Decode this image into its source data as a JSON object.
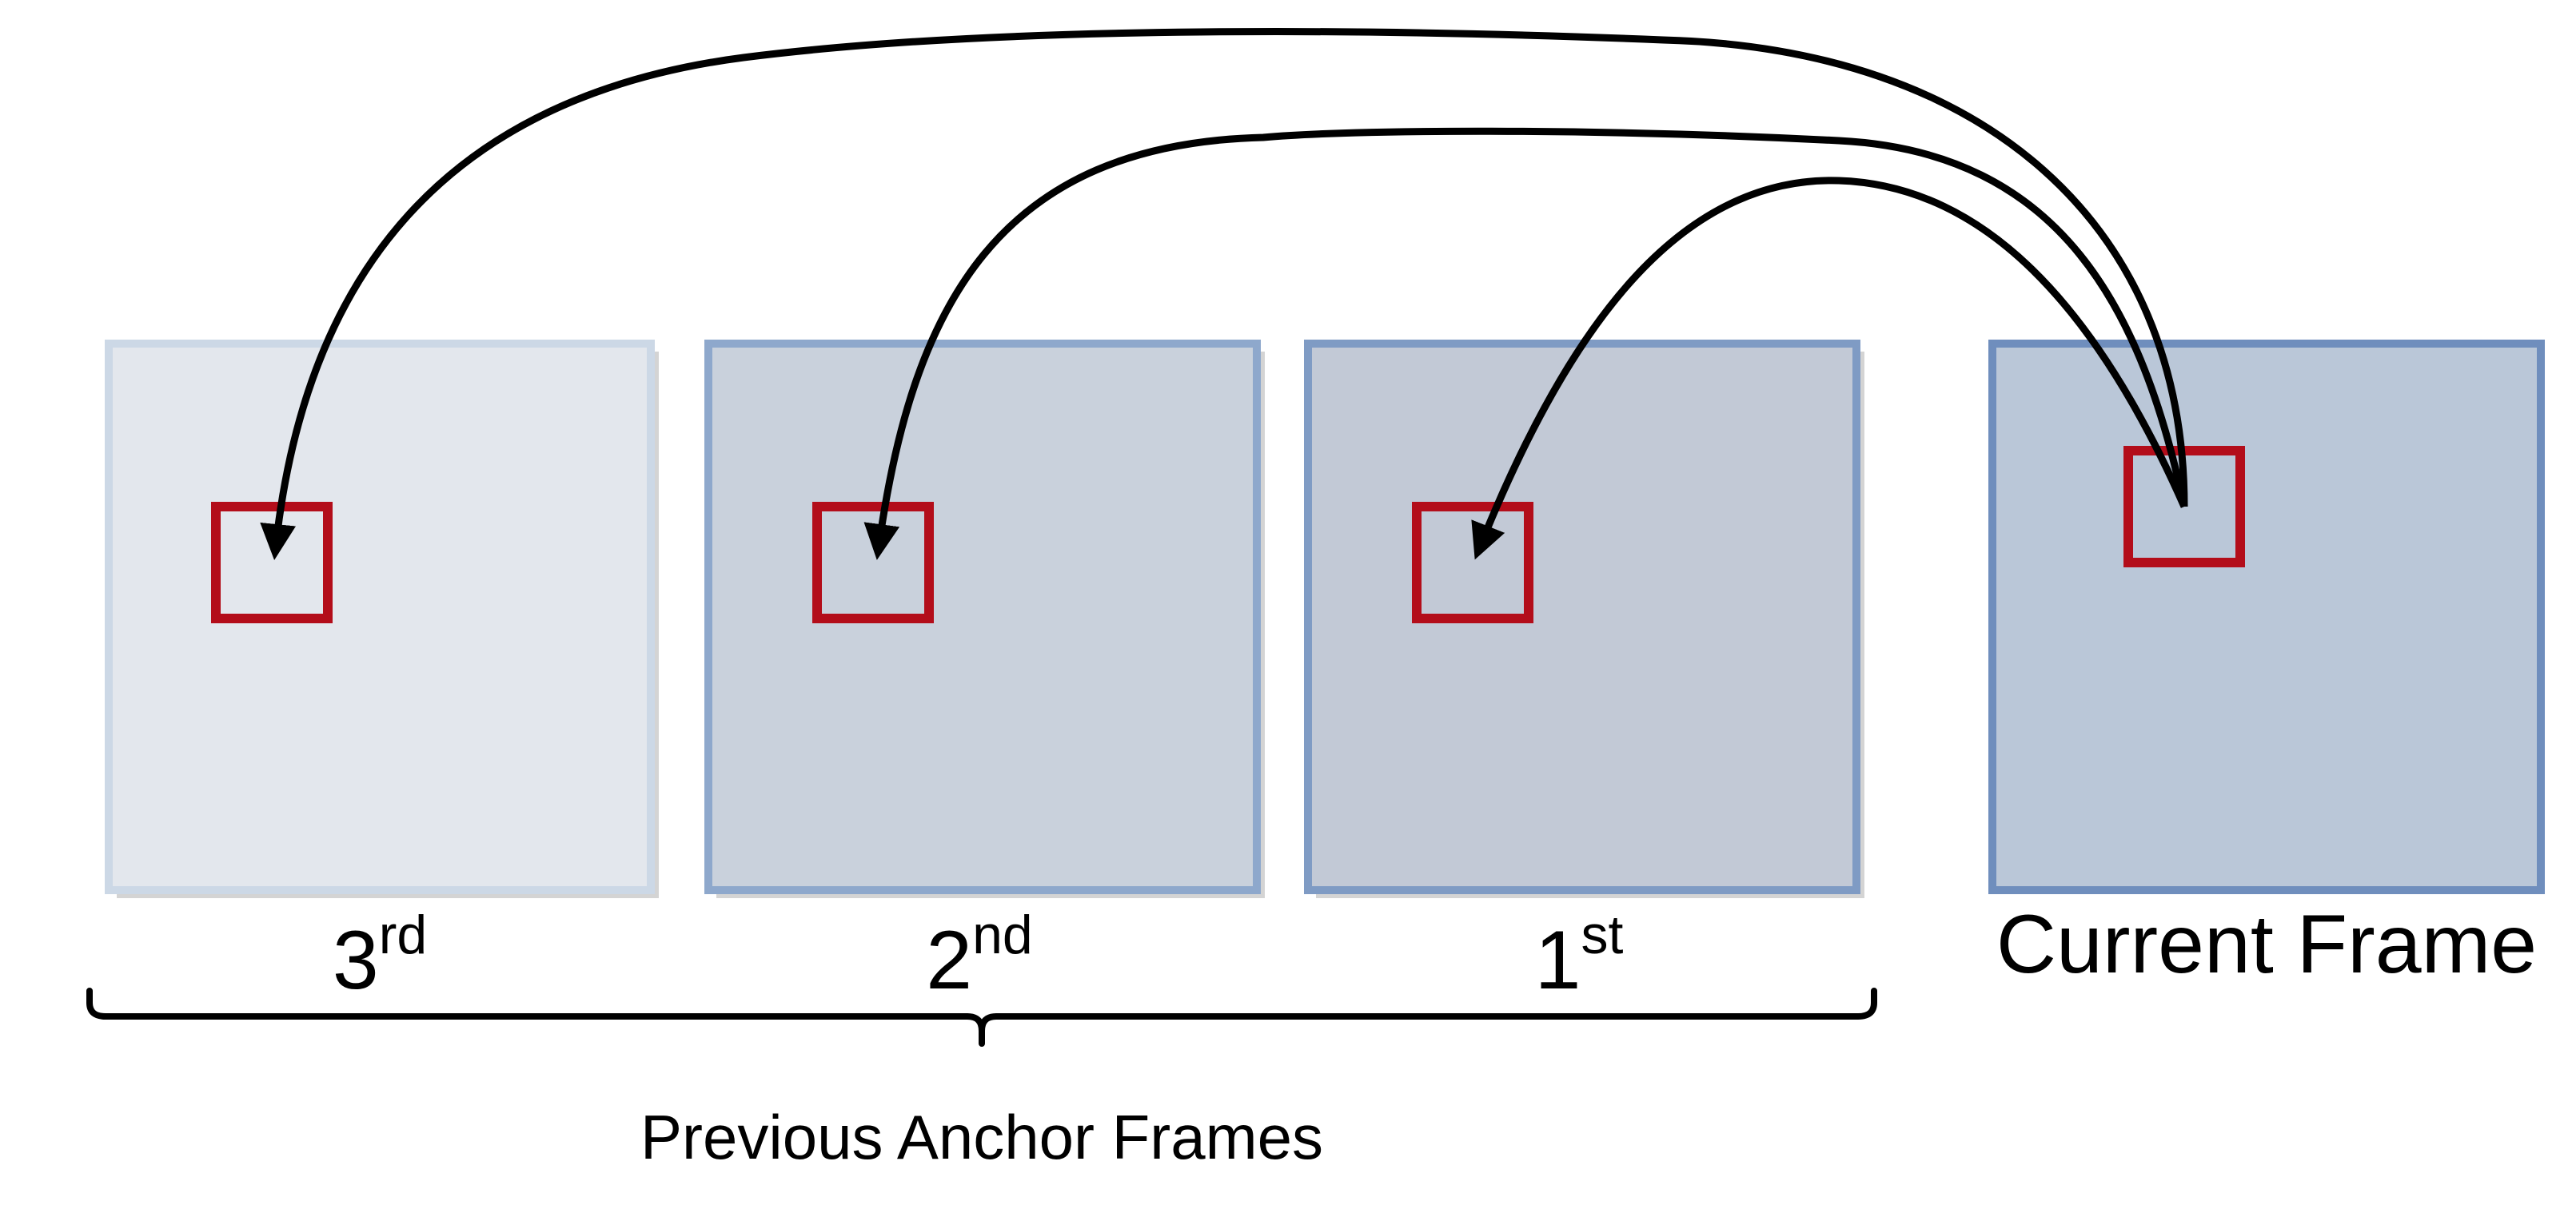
{
  "frames": [
    {
      "id": "third",
      "number": "3",
      "suffix": "rd",
      "fill": "#e3e7ed",
      "stroke": "#ccd8e6"
    },
    {
      "id": "second",
      "number": "2",
      "suffix": "nd",
      "fill": "#c9d1dc",
      "stroke": "#8ea8cc"
    },
    {
      "id": "first",
      "number": "1",
      "suffix": "st",
      "fill": "#c2c9d6",
      "stroke": "#7f9bc4"
    },
    {
      "id": "current",
      "label": "Current Frame",
      "fill": "#bac7d8",
      "stroke": "#6f8ebd"
    }
  ],
  "group_label": "Previous Anchor Frames",
  "colors": {
    "region_box": "#b30d1a",
    "arrow": "#000000",
    "brace": "#000000",
    "shadow": "#d4d4d4"
  }
}
